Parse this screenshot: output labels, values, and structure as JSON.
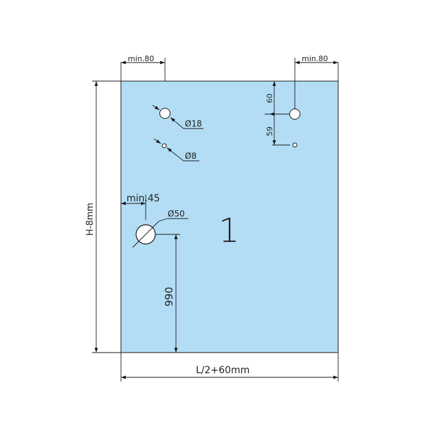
{
  "colors": {
    "glass": "#b3ddf5",
    "outline": "#1a1a1a",
    "text": "#222222"
  },
  "drawing": {
    "panel_number": "1",
    "labels": {
      "min80_left": "min.80",
      "min80_right": "min.80",
      "dim60": "60",
      "dim59": "59",
      "hole18": "Ø18",
      "hole8": "Ø8",
      "min45": "min.45",
      "hole50": "Ø50",
      "height": "H-8mm",
      "dim990": "990",
      "width": "L/2+60mm"
    }
  }
}
